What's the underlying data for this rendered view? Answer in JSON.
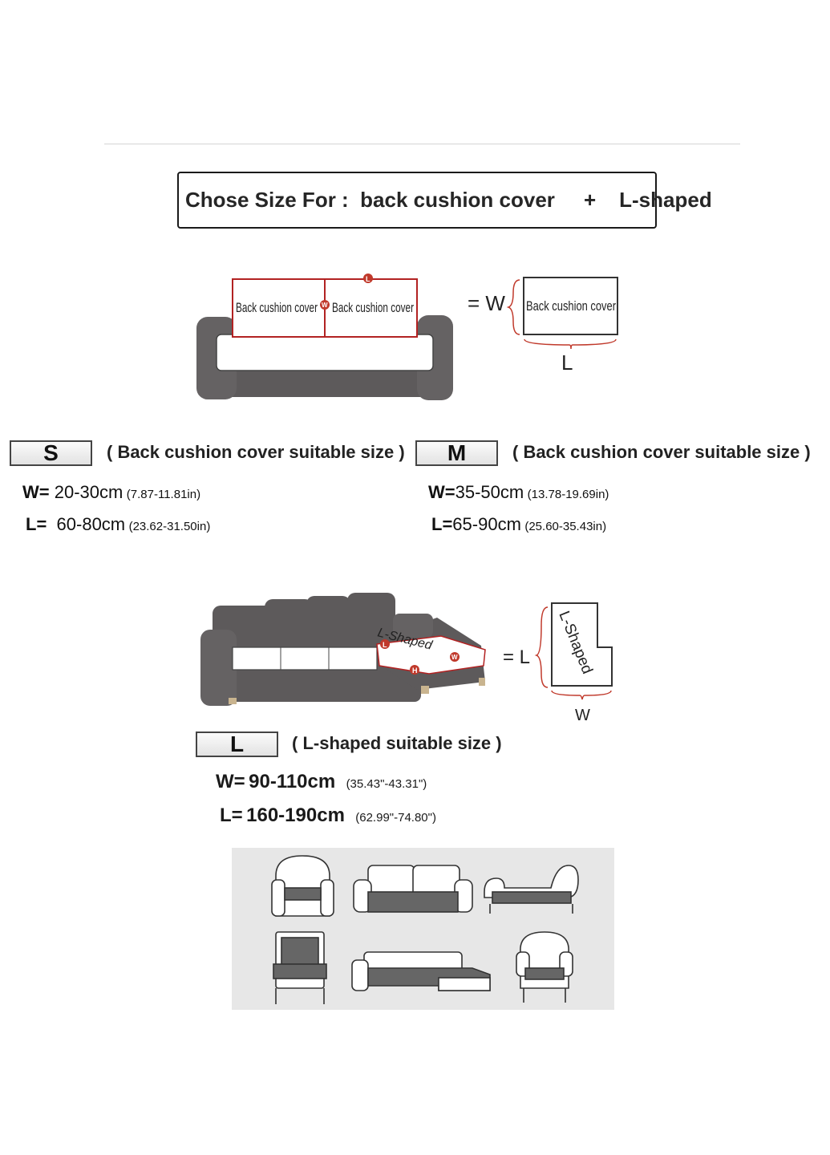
{
  "header": {
    "prefix": "Chose Size For :",
    "item1": "back cushion cover",
    "plus": "+",
    "item2": "L-shaped"
  },
  "diagram1": {
    "cushion_label": "Back cushion cover",
    "marker_l": "L",
    "marker_w": "W",
    "equals_w": "= W",
    "l_label": "L"
  },
  "size_s": {
    "badge": "S",
    "caption": "( Back cushion cover suitable size )",
    "w_label": "W=",
    "w_cm": "20-30cm",
    "w_in": "(7.87-11.81in)",
    "l_label": "L=",
    "l_cm": "60-80cm",
    "l_in": "(23.62-31.50in)"
  },
  "size_m": {
    "badge": "M",
    "caption": "( Back cushion cover suitable size )",
    "w_label": "W=",
    "w_cm": "35-50cm",
    "w_in": "(13.78-19.69in)",
    "l_label": "L=",
    "l_cm": "65-90cm",
    "l_in": "(25.60-35.43in)"
  },
  "diagram2": {
    "l_shaped_label": "L-Shaped",
    "marker_l": "L",
    "marker_w": "W",
    "marker_h": "H",
    "equals_l": "= L",
    "w_label": "W"
  },
  "size_l": {
    "badge": "L",
    "caption": "( L-shaped suitable size )",
    "w_label": "W=",
    "w_cm": "90-110cm",
    "w_in": "(35.43\"-43.31\")",
    "l_label": "L=",
    "l_cm": "160-190cm",
    "l_in": "(62.99\"-74.80\")"
  },
  "gallery": {
    "items": [
      "tub-chair-icon",
      "sofa-icon",
      "chaise-longue-icon",
      "armchair-icon",
      "sectional-sofa-icon",
      "wingback-chair-icon"
    ]
  },
  "colors": {
    "sofa": "#5d5a5b",
    "accent_red": "#c0392b",
    "gallery_bg": "#e7e7e7"
  }
}
